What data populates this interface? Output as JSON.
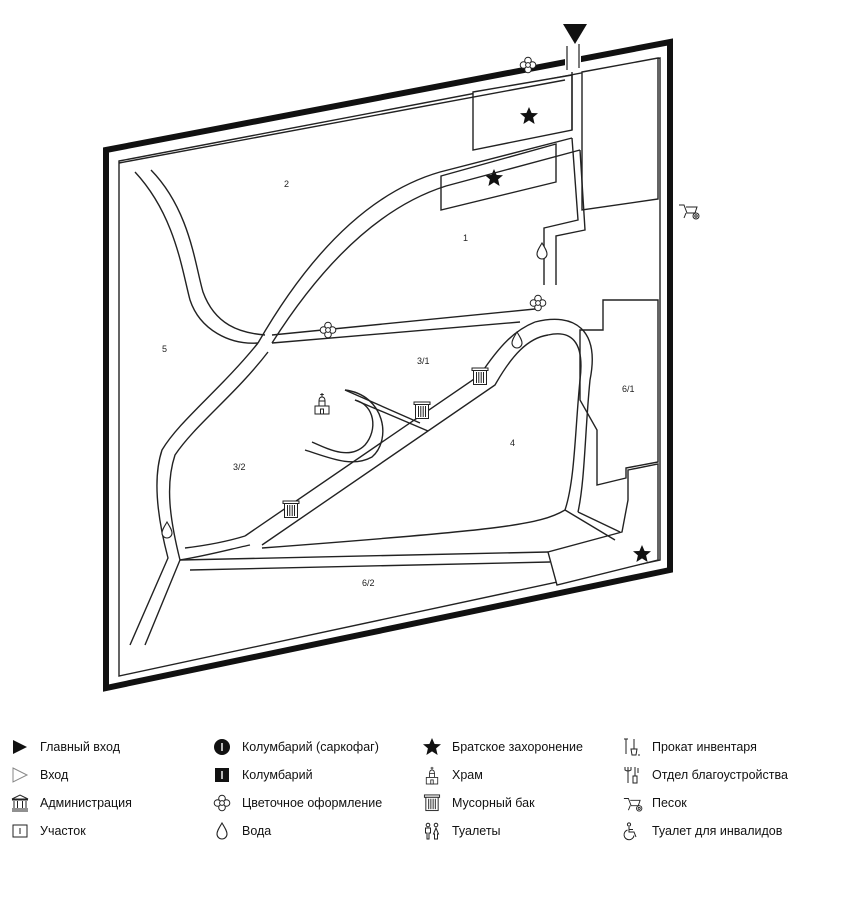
{
  "sections": {
    "s1": "1",
    "s2": "2",
    "s3_1": "3/1",
    "s3_2": "3/2",
    "s4": "4",
    "s5": "5",
    "s6_1": "6/1",
    "s6_2": "6/2"
  },
  "legend": {
    "col1": [
      "Главный вход",
      "Вход",
      "Администрация",
      "Участок"
    ],
    "col2": [
      "Колумбарий (саркофаг)",
      "Колумбарий",
      "Цветочное оформление",
      "Вода"
    ],
    "col3": [
      "Братское захоронение",
      "Храм",
      "Мусорный бак",
      "Туалеты"
    ],
    "col4": [
      "Прокат инвентаря",
      "Отдел благоустройства",
      "Песок",
      "Туалет для инвалидов"
    ]
  },
  "legend_icons": {
    "col1": [
      "main-entrance-icon",
      "entrance-icon",
      "administration-icon",
      "plot-icon"
    ],
    "col2": [
      "columbarium-sarcophagus-icon",
      "columbarium-icon",
      "flower-decoration-icon",
      "water-icon"
    ],
    "col3": [
      "mass-grave-icon",
      "temple-icon",
      "trash-bin-icon",
      "toilets-icon"
    ],
    "col4": [
      "tool-rental-icon",
      "landscaping-department-icon",
      "sand-icon",
      "accessible-toilet-icon"
    ]
  }
}
